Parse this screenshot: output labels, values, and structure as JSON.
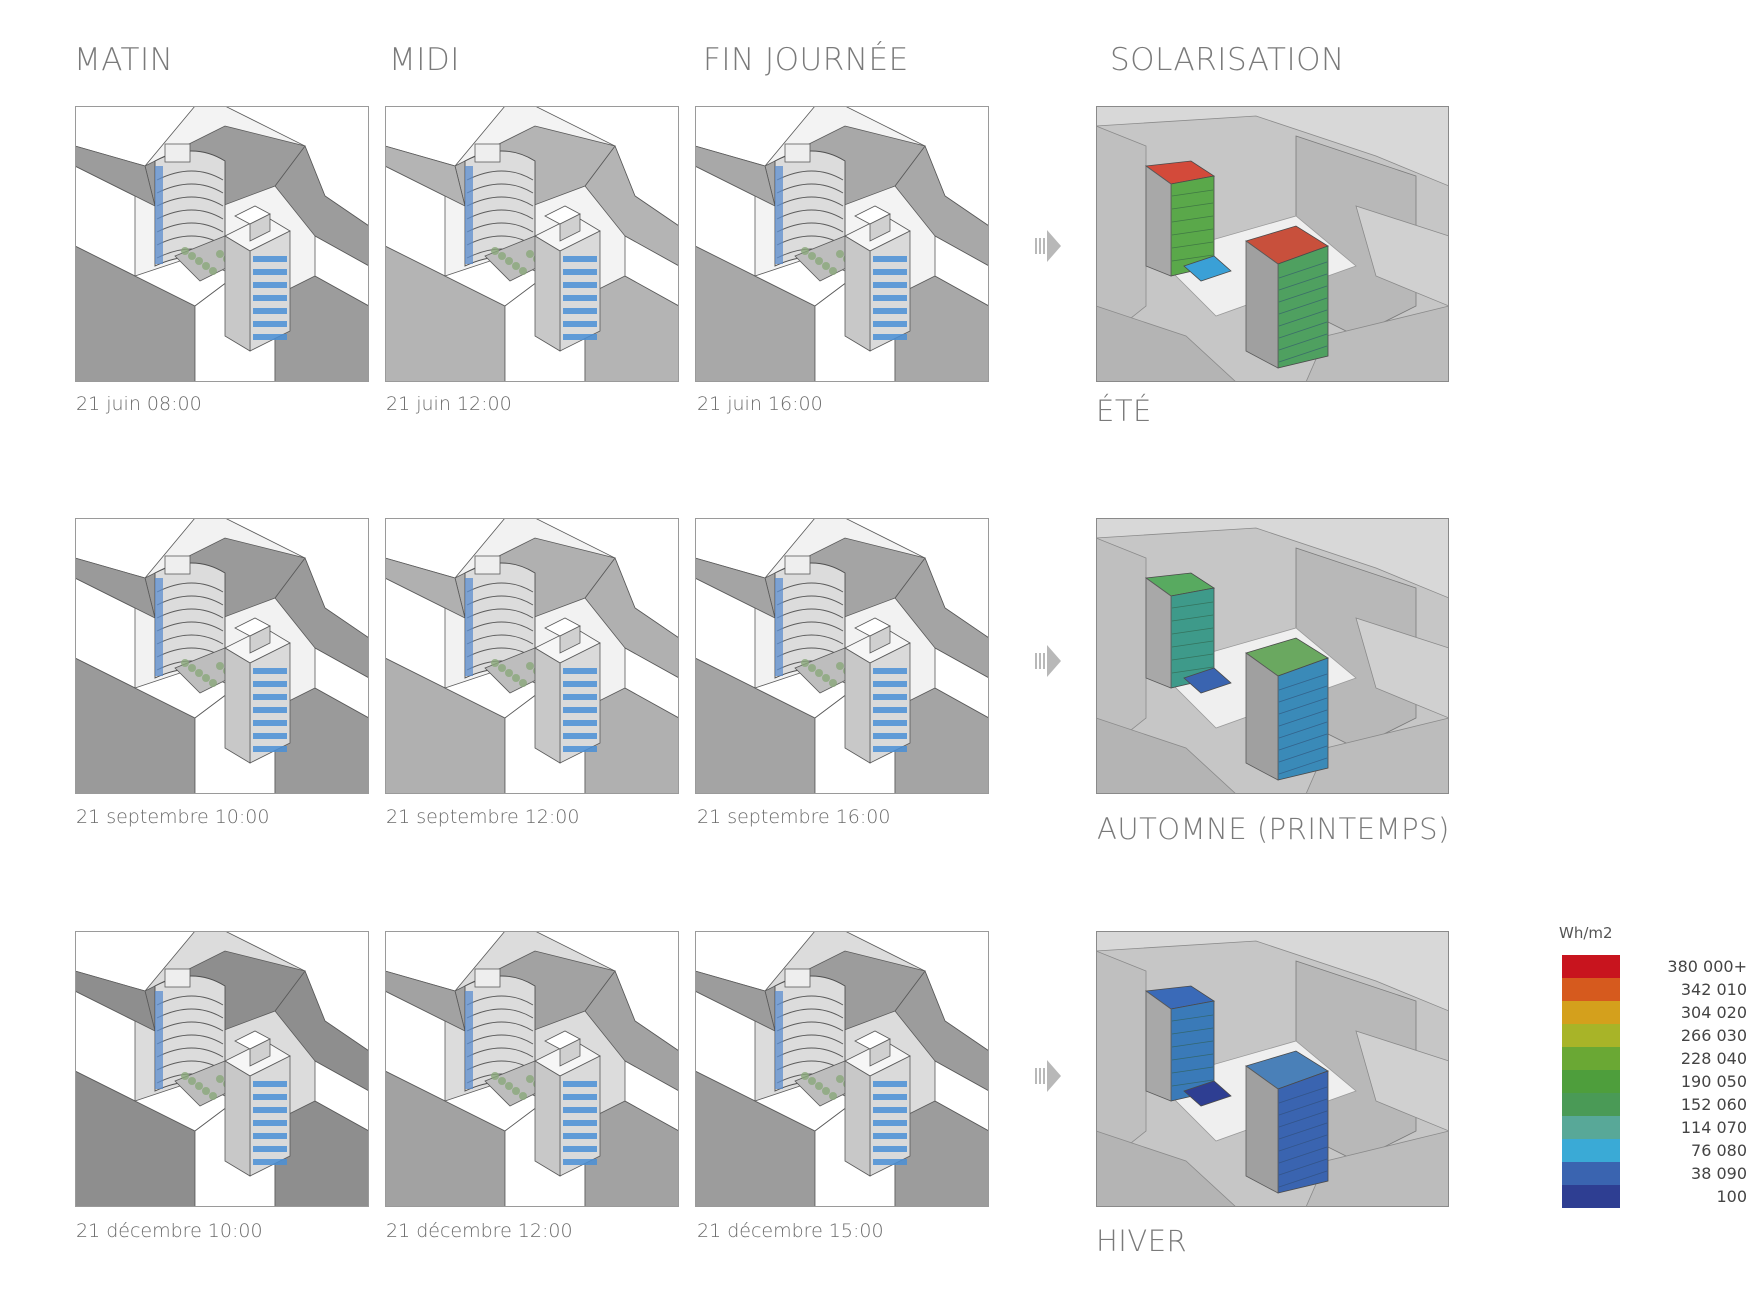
{
  "columns": {
    "morning": "MATIN",
    "noon": "MIDI",
    "evening": "FIN JOURNÉE",
    "solar": "SOLARISATION"
  },
  "rows": [
    {
      "captions": [
        "21 juin 08:00",
        "21 juin 12:00",
        "21 juin 16:00"
      ],
      "season": "ÉTÉ"
    },
    {
      "captions": [
        "21 septembre 10:00",
        "21 septembre 12:00",
        "21 septembre 16:00"
      ],
      "season": "AUTOMNE (PRINTEMPS)"
    },
    {
      "captions": [
        "21 décembre 10:00",
        "21 décembre 12:00",
        "21 décembre 15:00"
      ],
      "season": "HIVER"
    }
  ],
  "legend": {
    "unit": "Wh/m2",
    "entries": [
      {
        "label": "380 000+",
        "color": "#c8141e"
      },
      {
        "label": "342 010",
        "color": "#d65a1e"
      },
      {
        "label": "304 020",
        "color": "#d4a01c"
      },
      {
        "label": "266 030",
        "color": "#a8b428"
      },
      {
        "label": "228 040",
        "color": "#6aa834"
      },
      {
        "label": "190 050",
        "color": "#4e9e3c"
      },
      {
        "label": "152 060",
        "color": "#4a9a56"
      },
      {
        "label": "114 070",
        "color": "#58a898"
      },
      {
        "label": "76 080",
        "color": "#3aaad6"
      },
      {
        "label": "38 090",
        "color": "#3a64b0"
      },
      {
        "label": "100",
        "color": "#2e3e92"
      }
    ]
  },
  "colors": {
    "title_text": "#7a7a7a",
    "caption_text": "#6a6a6a",
    "shadow": "#9a9a9a",
    "lit": "#f4f4f4",
    "glazing": "#4a8fd6"
  }
}
